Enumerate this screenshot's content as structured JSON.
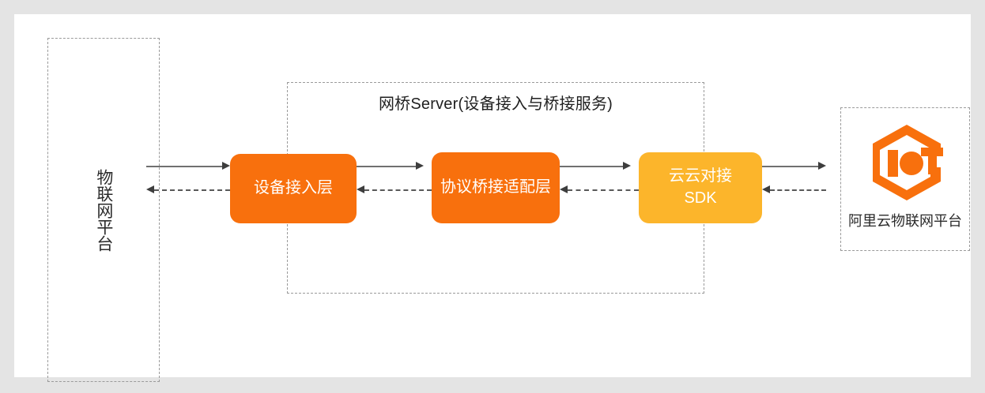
{
  "diagram": {
    "title_node": "网桥Server(设备接入与桥接服务)",
    "left_platform": {
      "label": "物联网平台"
    },
    "nodes": [
      {
        "id": "device-access",
        "label": "设备接入层",
        "color": "#F8700D"
      },
      {
        "id": "protocol-bridge",
        "label": "协议桥接适配层",
        "color": "#F8700D"
      },
      {
        "id": "cloud-sdk",
        "label": "云云对接\nSDK",
        "color": "#FCB52B"
      }
    ],
    "node_labels": {
      "device_access": "设备接入层",
      "protocol_bridge": "协议桥接适配层",
      "cloud_sdk_line1": "云云对接",
      "cloud_sdk_line2": "SDK"
    },
    "cloud_platform": {
      "label": "阿里云物联网平台",
      "logo": "iot-hexagon-logo"
    },
    "connectors": [
      {
        "from": "left-platform",
        "to": "device-access",
        "style": "solid",
        "direction": "right"
      },
      {
        "from": "device-access",
        "to": "left-platform",
        "style": "dashed",
        "direction": "left"
      },
      {
        "from": "device-access",
        "to": "protocol-bridge",
        "style": "solid",
        "direction": "right"
      },
      {
        "from": "protocol-bridge",
        "to": "device-access",
        "style": "dashed",
        "direction": "left"
      },
      {
        "from": "protocol-bridge",
        "to": "cloud-sdk",
        "style": "solid",
        "direction": "right"
      },
      {
        "from": "cloud-sdk",
        "to": "protocol-bridge",
        "style": "dashed",
        "direction": "left"
      },
      {
        "from": "cloud-sdk",
        "to": "cloud-platform",
        "style": "solid",
        "direction": "right"
      },
      {
        "from": "cloud-platform",
        "to": "cloud-sdk",
        "style": "dashed",
        "direction": "left"
      }
    ],
    "colors": {
      "orange": "#F8700D",
      "amber": "#FCB52B",
      "dashed_border": "#9A9A9A",
      "connector": "#707070",
      "page_background": "#FFFFFF",
      "outer_background": "#E4E4E4",
      "text": "#2B2B2B"
    }
  }
}
